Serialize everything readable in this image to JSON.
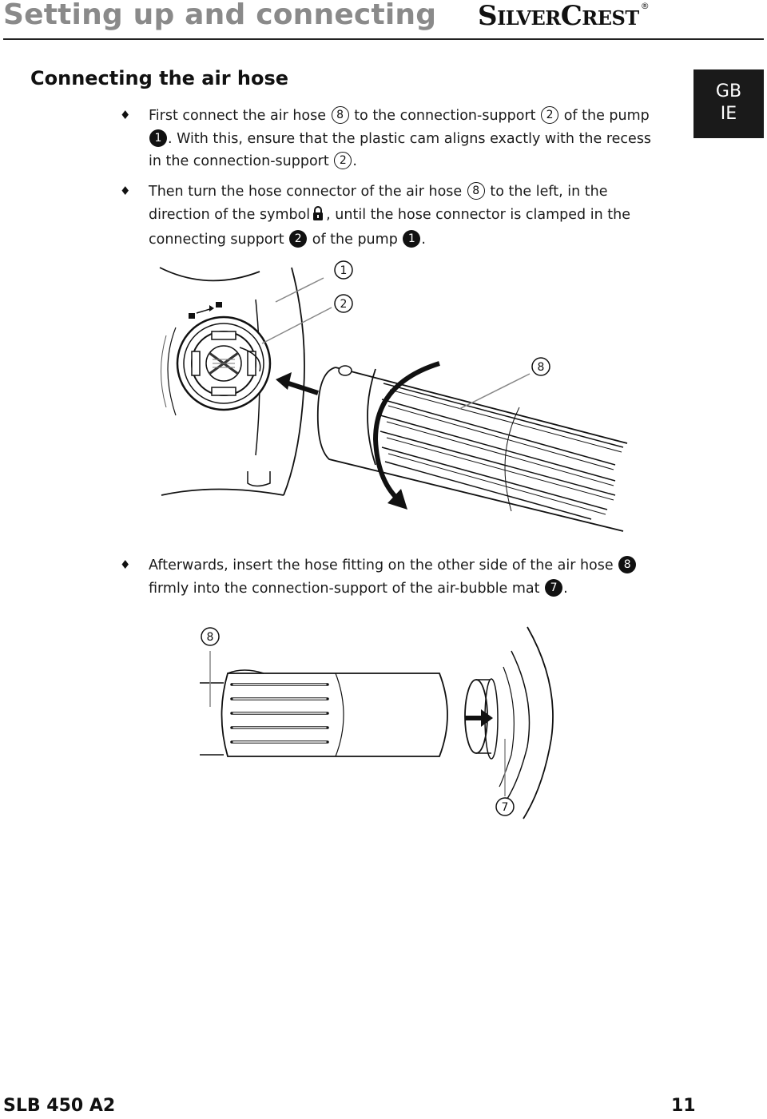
{
  "header": {
    "title": "Setting up and connecting",
    "brand_s": "S",
    "brand_ilver": "ILVER",
    "brand_c": "C",
    "brand_rest": "REST",
    "brand_reg": "®"
  },
  "section": {
    "title": "Connecting the air hose"
  },
  "lang_tab": {
    "line1": "GB",
    "line2": "IE"
  },
  "bullet_glyph": "♦",
  "p1": {
    "t1": "First connect the air hose",
    "n1": "8",
    "t2": "to the connection-support",
    "n2": "2",
    "t3": "of the pump",
    "n3": "1",
    "t4": ". With this, ensure that the plastic cam aligns exactly with the recess in the connection-support",
    "n4": "2",
    "t5": "."
  },
  "p2": {
    "t1": "Then turn the hose connector of the air hose",
    "n1": "8",
    "t2": "to the left, in the direction of the symbol",
    "t3": ", until the hose connector is clamped in the connecting support",
    "n2": "2",
    "t4": "of the pump",
    "n3": "1",
    "t5": "."
  },
  "p3": {
    "t1": "Afterwards, insert the hose fitting on the other side of the air hose",
    "n1": "8",
    "t2": "firmly into the connection-support of the air-bubble mat",
    "n2": "7",
    "t3": "."
  },
  "figure1": {
    "label_pump": "1",
    "label_support": "2",
    "label_hose": "8"
  },
  "figure2": {
    "label_hose": "8",
    "label_mat": "7"
  },
  "footer": {
    "model": "SLB 450 A2",
    "page": "11"
  }
}
